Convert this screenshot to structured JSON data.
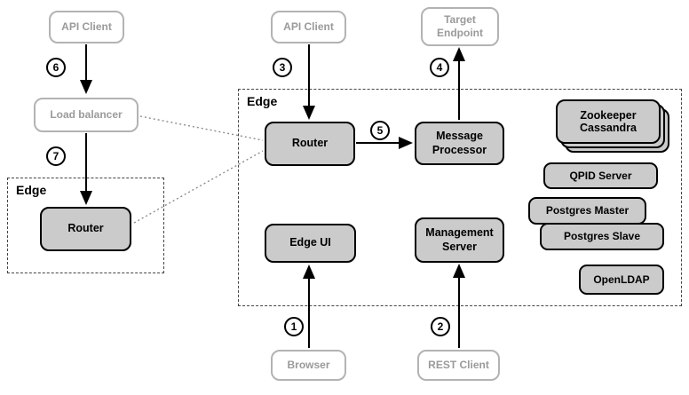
{
  "colors": {
    "component_fill": "#cbcbcb",
    "external_border": "#b3b3b3",
    "external_text": "#9a9a9a",
    "dotted_color": "#8c8c8c"
  },
  "zones": {
    "edge_main": {
      "label": "Edge"
    },
    "edge_left": {
      "label": "Edge"
    }
  },
  "nodes": {
    "api_client_left": {
      "label": "API Client"
    },
    "load_balancer": {
      "label": "Load balancer"
    },
    "router_left": {
      "label": "Router"
    },
    "api_client_mid": {
      "label": "API Client"
    },
    "target_endpoint": {
      "label": "Target Endpoint"
    },
    "router_main": {
      "label": "Router"
    },
    "message_processor": {
      "label": "Message Processor"
    },
    "zookeeper": {
      "label": "Zookeeper"
    },
    "cassandra": {
      "label": "Cassandra"
    },
    "qpid_server": {
      "label": "QPID Server"
    },
    "postgres_master": {
      "label": "Postgres Master"
    },
    "postgres_slave": {
      "label": "Postgres Slave"
    },
    "openldap": {
      "label": "OpenLDAP"
    },
    "edge_ui": {
      "label": "Edge UI"
    },
    "management_server": {
      "label": "Management Server"
    },
    "browser": {
      "label": "Browser"
    },
    "rest_client": {
      "label": "REST Client"
    }
  },
  "steps": {
    "s1": "1",
    "s2": "2",
    "s3": "3",
    "s4": "4",
    "s5": "5",
    "s6": "6",
    "s7": "7"
  }
}
